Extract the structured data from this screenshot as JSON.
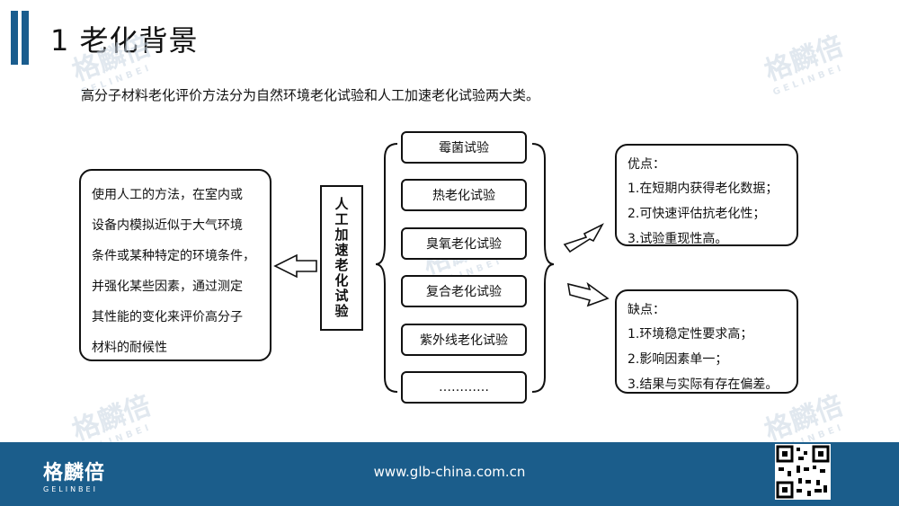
{
  "header": {
    "title": "1  老化背景"
  },
  "intro": "高分子材料老化评价方法分为自然环境老化试验和人工加速老化试验两大类。",
  "diagram": {
    "definition_lines": [
      "使用人工的方法，在室内或",
      "设备内模拟近似于大气环境",
      "条件或某种特定的环境条件，",
      "并强化某些因素，通过测定",
      "其性能的变化来评价高分子",
      "材料的耐候性"
    ],
    "center_label": "人工加速老化试验",
    "tests": [
      "霉菌试验",
      "热老化试验",
      "臭氧老化试验",
      "复合老化试验",
      "紫外线老化试验",
      "…………"
    ],
    "advantages": {
      "title": "优点：",
      "items": [
        "1.在短期内获得老化数据；",
        "2.可快速评估抗老化性；",
        "3.试验重现性高。"
      ]
    },
    "disadvantages": {
      "title": "缺点：",
      "items": [
        "1.环境稳定性要求高；",
        "2.影响因素单一；",
        "3.结果与实际有存在偏差。"
      ]
    }
  },
  "footer": {
    "logo_text": "格麟倍",
    "logo_sub": "GELINBEI",
    "url": "www.glb-china.com.cn"
  },
  "watermark": {
    "text": "格麟倍",
    "sub": "GELINBEI"
  },
  "colors": {
    "accent": "#1b5d8b"
  }
}
